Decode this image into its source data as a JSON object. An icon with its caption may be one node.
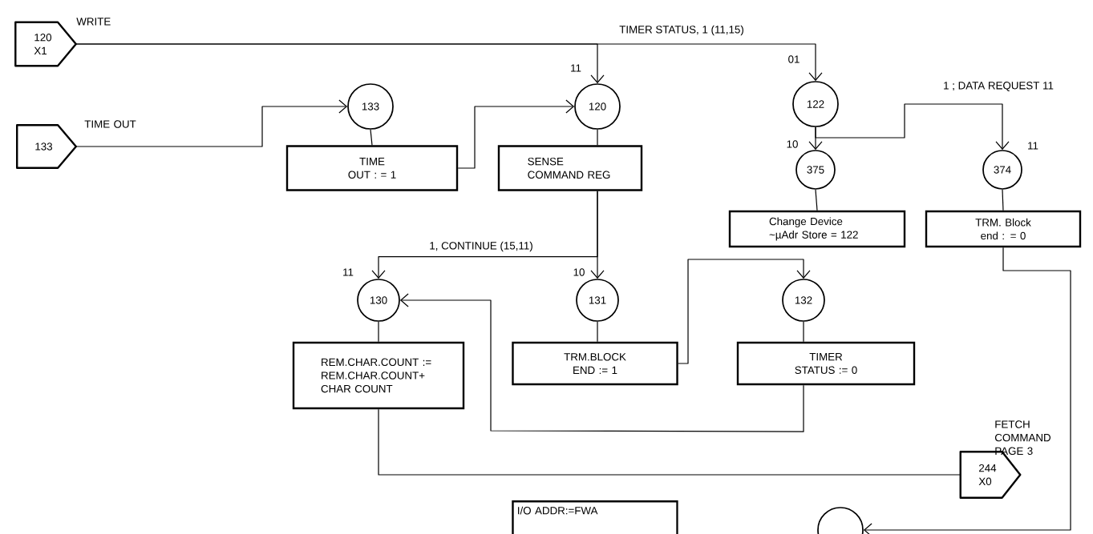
{
  "diagram": {
    "nodes": [
      {
        "text": [
          "120 X1"
        ],
        "beside": [
          "WRITE"
        ]
      },
      {
        "text": [
          "133"
        ],
        "beside": [
          "TIME OUT"
        ]
      },
      {
        "text": [
          "133"
        ]
      },
      {
        "text": [
          "TIME OUT : = 1"
        ]
      },
      {
        "text": [
          "120"
        ]
      },
      {
        "text": [
          "SENSE COMMAND REG"
        ]
      },
      {
        "text": [
          "122"
        ]
      },
      {
        "text": [
          "375"
        ]
      },
      {
        "text": [
          "Change Device ~µAdr Store = 122"
        ]
      },
      {
        "text": [
          "374"
        ]
      },
      {
        "text": [
          "TRM. Block end : = 0"
        ]
      },
      {
        "text": [
          "130"
        ]
      },
      {
        "text": [
          "REM.CHAR.COUNT := REM.CHAR.COUNT+ CHAR COUNT"
        ]
      },
      {
        "text": [
          "131"
        ]
      },
      {
        "text": [
          "TRM.BLOCK END := 1"
        ]
      },
      {
        "text": [
          "132"
        ]
      },
      {
        "text": [
          "TIMER STATUS := 0"
        ]
      },
      {
        "text": [
          "244 X0"
        ],
        "beside": [
          "FETCH COMMAND PAGE 3"
        ]
      },
      {
        "text": [
          "I/O ADDR:=FWA"
        ]
      },
      {
        "text": [],
        "shape": "circle"
      }
    ],
    "edges": [
      {
        "from": 0,
        "to": 4,
        "arrow": "to",
        "label": "11"
      },
      {
        "from": 0,
        "to": 6,
        "arrow": "to",
        "label": "01"
      },
      {
        "from": 1,
        "to": 2,
        "arrow": "to"
      },
      {
        "from": 3,
        "to": 4,
        "arrow": "to"
      },
      {
        "from": 2,
        "to": 3,
        "arrow": "none"
      },
      {
        "from": 4,
        "to": 5,
        "arrow": "none"
      },
      {
        "from": 5,
        "to": 11,
        "arrow": "to",
        "label": "11"
      },
      {
        "from": 5,
        "to": 13,
        "arrow": "to",
        "label": "10"
      },
      {
        "from": 6,
        "to": 7,
        "arrow": "to",
        "label": "10"
      },
      {
        "from": 6,
        "to": 9,
        "arrow": "to",
        "label": "11"
      },
      {
        "from": 7,
        "to": 8,
        "arrow": "none"
      },
      {
        "from": 9,
        "to": 10,
        "arrow": "none"
      },
      {
        "from": 10,
        "to": 19,
        "arrow": "to"
      },
      {
        "from": 11,
        "to": 12,
        "arrow": "none"
      },
      {
        "from": 13,
        "to": 14,
        "arrow": "none"
      },
      {
        "from": 15,
        "to": 16,
        "arrow": "none"
      },
      {
        "from": 14,
        "to": 15,
        "arrow": "to"
      },
      {
        "from": 16,
        "to": 11,
        "arrow": "to"
      },
      {
        "from": 12,
        "to": 17,
        "arrow": "none"
      }
    ],
    "labels": [
      "TIMER STATUS, 1 (11,15)",
      "1 ; DATA REQUEST 11",
      "1, CONTINUE (15,11)"
    ]
  }
}
